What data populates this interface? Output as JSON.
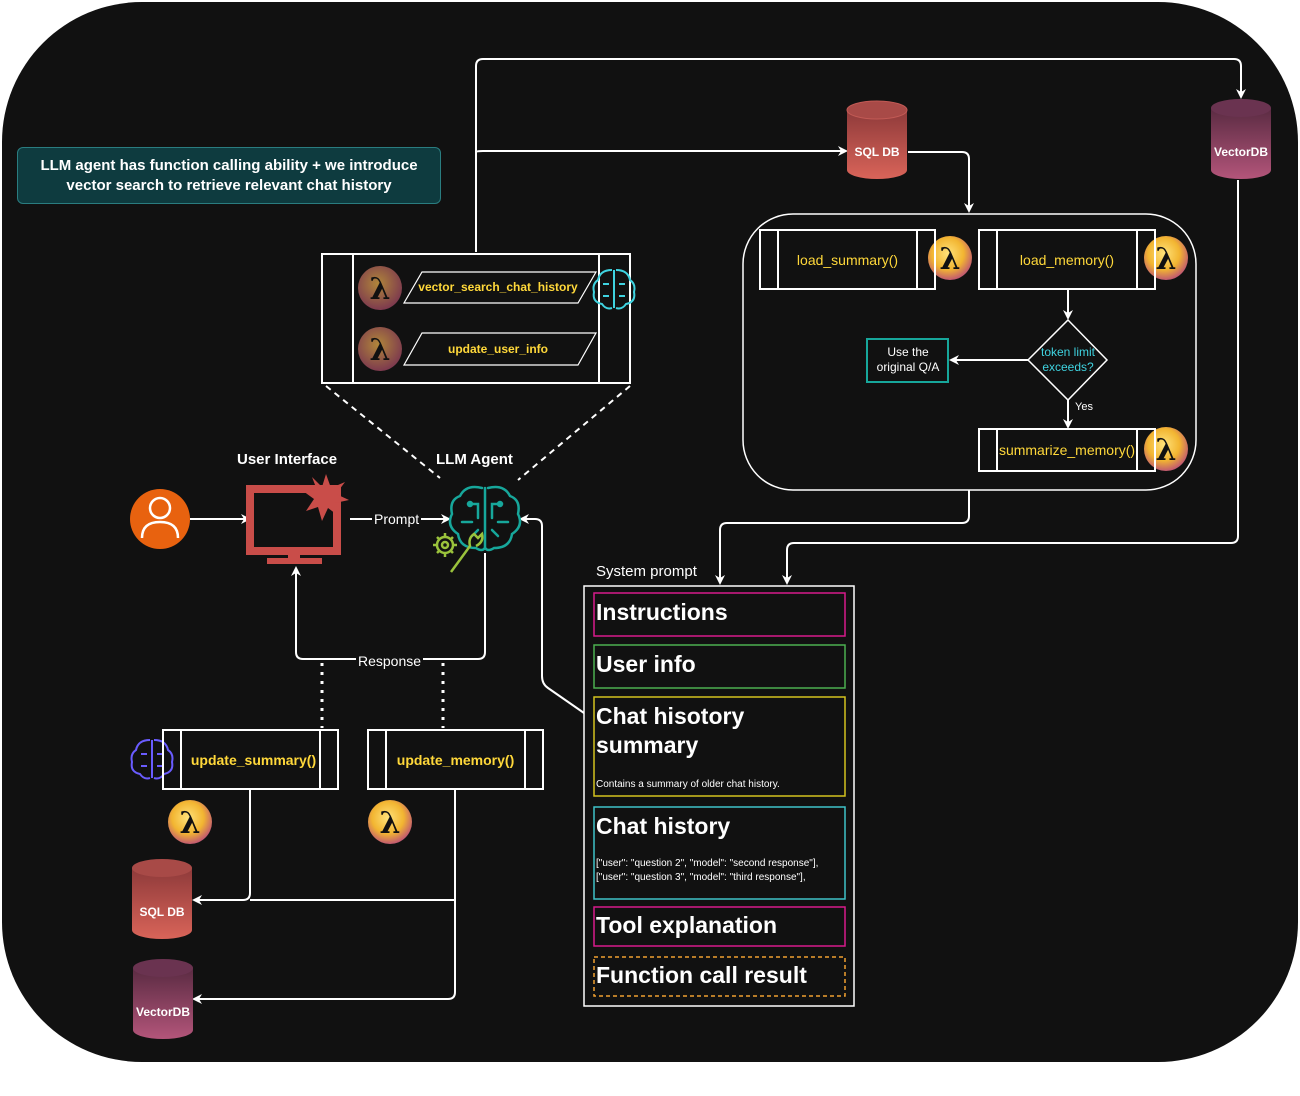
{
  "caption": "LLM agent has function calling ability + we introduce vector search to retrieve relevant chat history",
  "labels": {
    "user_interface": "User Interface",
    "llm_agent": "LLM Agent",
    "prompt": "Prompt",
    "response": "Response",
    "system_prompt": "System prompt",
    "yes": "Yes"
  },
  "tools": {
    "vector_search": "vector_search_chat_history",
    "update_user_info": "update_user_info"
  },
  "functions": {
    "load_summary": "load_summary()",
    "load_memory": "load_memory()",
    "summarize_memory": "summarize_memory()",
    "update_summary": "update_summary()",
    "update_memory": "update_memory()"
  },
  "decision": {
    "condition": "token limit exceeds?",
    "fallback": "Use the original Q/A"
  },
  "databases": {
    "sql_top": "SQL DB",
    "vector_top": "VectorDB",
    "sql_bottom": "SQL DB",
    "vector_bottom": "VectorDB"
  },
  "system_prompt": {
    "instructions": "Instructions",
    "user_info": "User info",
    "summary_title": "Chat hisotory summary",
    "summary_note": "Contains a summary of older chat history.",
    "history_title": "Chat history",
    "history_line1": "[\"user\": \"question 2\", \"model\": \"second response\"],",
    "history_line2": "[\"user\": \"question 3\", \"model\": \"third response\"],",
    "tool_explanation": "Tool explanation",
    "function_call_result": "Function call result"
  },
  "icons": {
    "lambda": "lambda-icon",
    "brain": "brain-circuit-icon",
    "user": "user-avatar-icon",
    "monitor": "monitor-icon",
    "database": "database-icon"
  },
  "colors": {
    "background": "#111111",
    "function_text": "#ffd83a",
    "sql_db": "#c4524f",
    "vector_db": "#8a3f5f",
    "instructions_border": "#d81b8c",
    "user_info_border": "#4caf50",
    "summary_border": "#d4c21f",
    "history_border": "#3fc3c9",
    "tool_border": "#d81b8c",
    "result_border": "#f0a030",
    "teal": "#17a79b"
  }
}
